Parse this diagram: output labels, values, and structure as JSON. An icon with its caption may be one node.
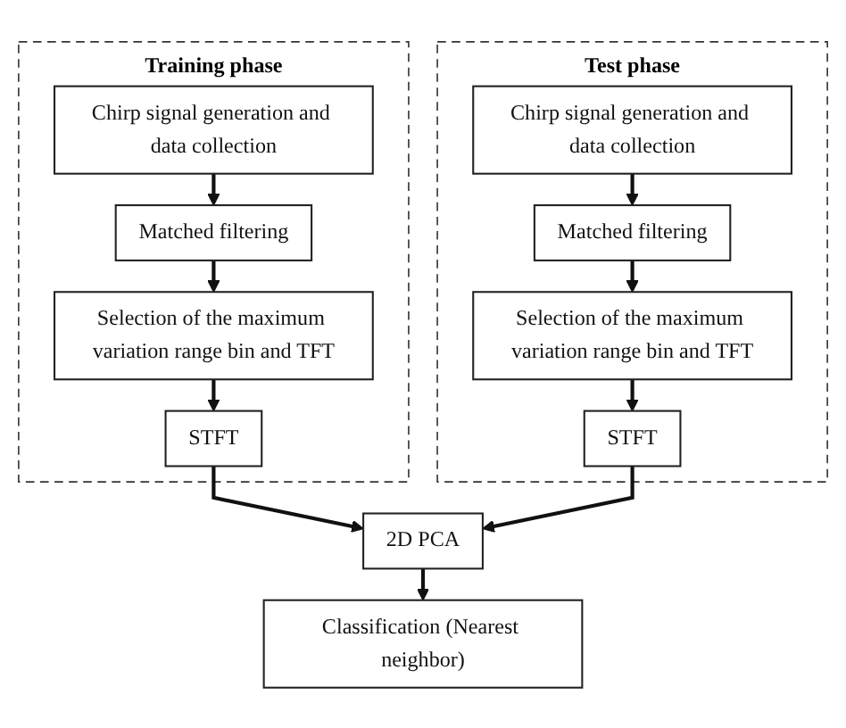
{
  "diagram": {
    "nodes": [
      {
        "text": [
          "Training phase"
        ]
      },
      {
        "text": [
          "Chirp signal generation and data collection"
        ],
        "in": 0
      },
      {
        "text": [
          "Matched filtering"
        ],
        "in": 0
      },
      {
        "text": [
          "Selection of the maximum variation range bin and TFT"
        ],
        "in": 0
      },
      {
        "text": [
          "STFT"
        ],
        "in": 0
      },
      {
        "text": [
          "Test phase"
        ]
      },
      {
        "text": [
          "Chirp signal generation and data collection"
        ],
        "in": 5
      },
      {
        "text": [
          "Matched filtering"
        ],
        "in": 5
      },
      {
        "text": [
          "Selection of the maximum variation range bin and TFT"
        ],
        "in": 5
      },
      {
        "text": [
          "STFT"
        ],
        "in": 5
      },
      {
        "text": [
          "2D PCA"
        ]
      },
      {
        "text": [
          "Classification (Nearest neighbor)"
        ]
      }
    ],
    "edges": [
      {
        "from": 1,
        "to": 2,
        "arrow": "to"
      },
      {
        "from": 2,
        "to": 3,
        "arrow": "to"
      },
      {
        "from": 3,
        "to": 4,
        "arrow": "to"
      },
      {
        "from": 6,
        "to": 7,
        "arrow": "to"
      },
      {
        "from": 7,
        "to": 8,
        "arrow": "to"
      },
      {
        "from": 8,
        "to": 9,
        "arrow": "to"
      },
      {
        "from": 4,
        "to": 10,
        "arrow": "to"
      },
      {
        "from": 9,
        "to": 10,
        "arrow": "to"
      },
      {
        "from": 10,
        "to": 11,
        "arrow": "to"
      }
    ]
  }
}
